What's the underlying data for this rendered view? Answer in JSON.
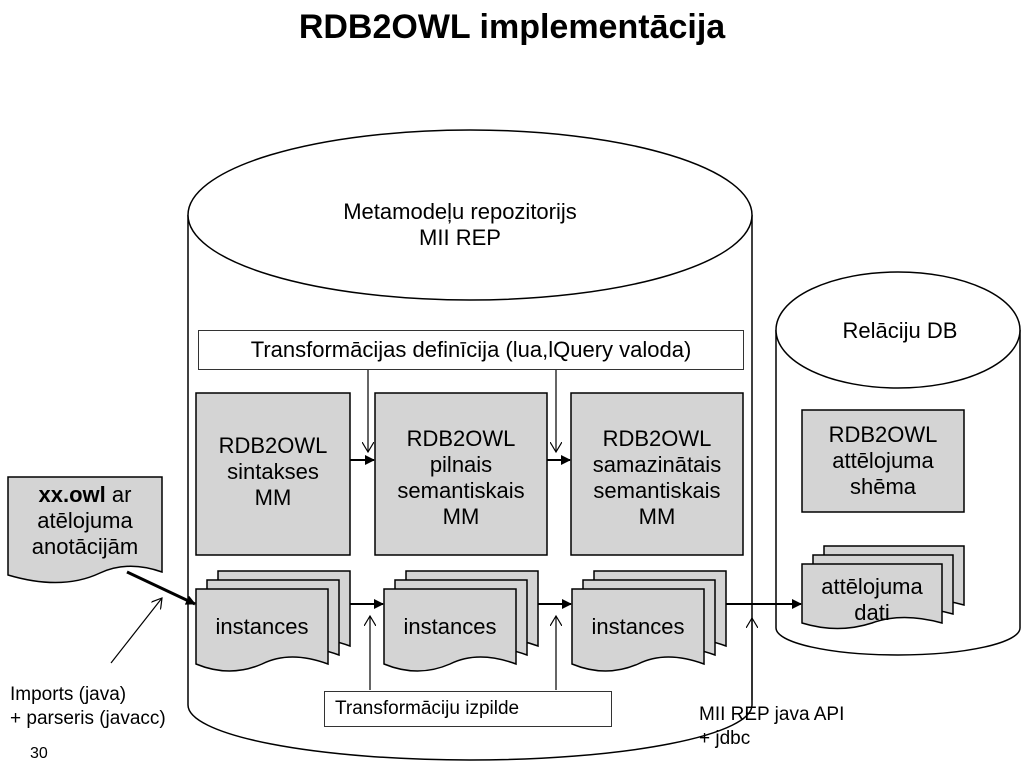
{
  "title": "RDB2OWL implementācija",
  "repository": {
    "line1": "Metamodeļu repozitorijs",
    "line2": "MII REP"
  },
  "relational_db": {
    "label": "Relāciju DB",
    "schema": [
      "RDB2OWL",
      "attēlojuma",
      "shēma"
    ],
    "data": [
      "attēlojuma",
      "dati"
    ]
  },
  "transformation_definition": "Transformācijas definīcija (lua,lQuery valoda)",
  "transformation_execution": "Transformāciju izpilde",
  "metamodels": [
    [
      "RDB2OWL",
      "sintakses",
      "MM"
    ],
    [
      "RDB2OWL",
      "pilnais",
      "semantiskais",
      "MM"
    ],
    [
      "RDB2OWL",
      "samazinātais",
      "semantiskais",
      "MM"
    ]
  ],
  "instances_label": "instances",
  "owl_doc": {
    "bold": "xx.owl",
    "rest": " ar",
    "line2": "atēlojuma",
    "line3": "anotācijām"
  },
  "imports_note": [
    "Imports (java)",
    "+ parseris (javacc)"
  ],
  "api_note": [
    "MII REP java API",
    "+  jdbc"
  ],
  "page_number": "30"
}
